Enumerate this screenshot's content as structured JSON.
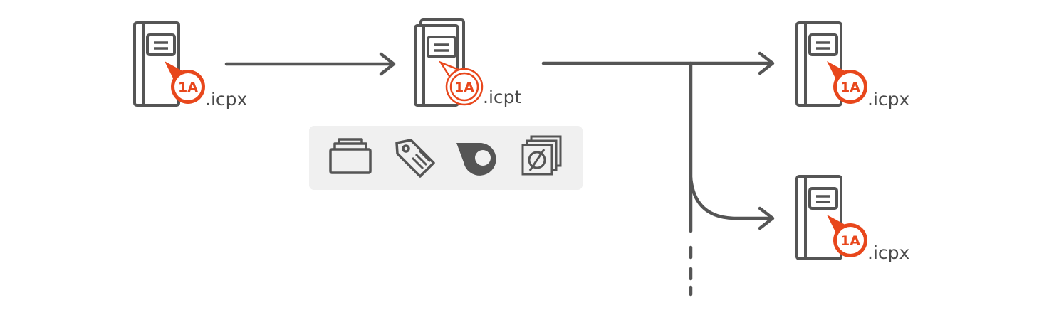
{
  "colors": {
    "line": "#555555",
    "accent": "#e8471c",
    "panel": "#f0f0f0",
    "text": "#4a4a4a"
  },
  "documents": [
    {
      "id": "source",
      "icon": "document-icon",
      "badge": "1A",
      "extension": ".icpx"
    },
    {
      "id": "template",
      "icon": "document-stack-icon",
      "badge": "1A",
      "extension": ".icpt"
    },
    {
      "id": "output-1",
      "icon": "document-icon",
      "badge": "1A",
      "extension": ".icpx"
    },
    {
      "id": "output-2",
      "icon": "document-icon",
      "badge": "1A",
      "extension": ".icpx"
    }
  ],
  "template_contents": [
    {
      "icon": "tray-icon"
    },
    {
      "icon": "tag-icon"
    },
    {
      "icon": "swatch-icon"
    },
    {
      "icon": "empty-stack-icon"
    }
  ]
}
